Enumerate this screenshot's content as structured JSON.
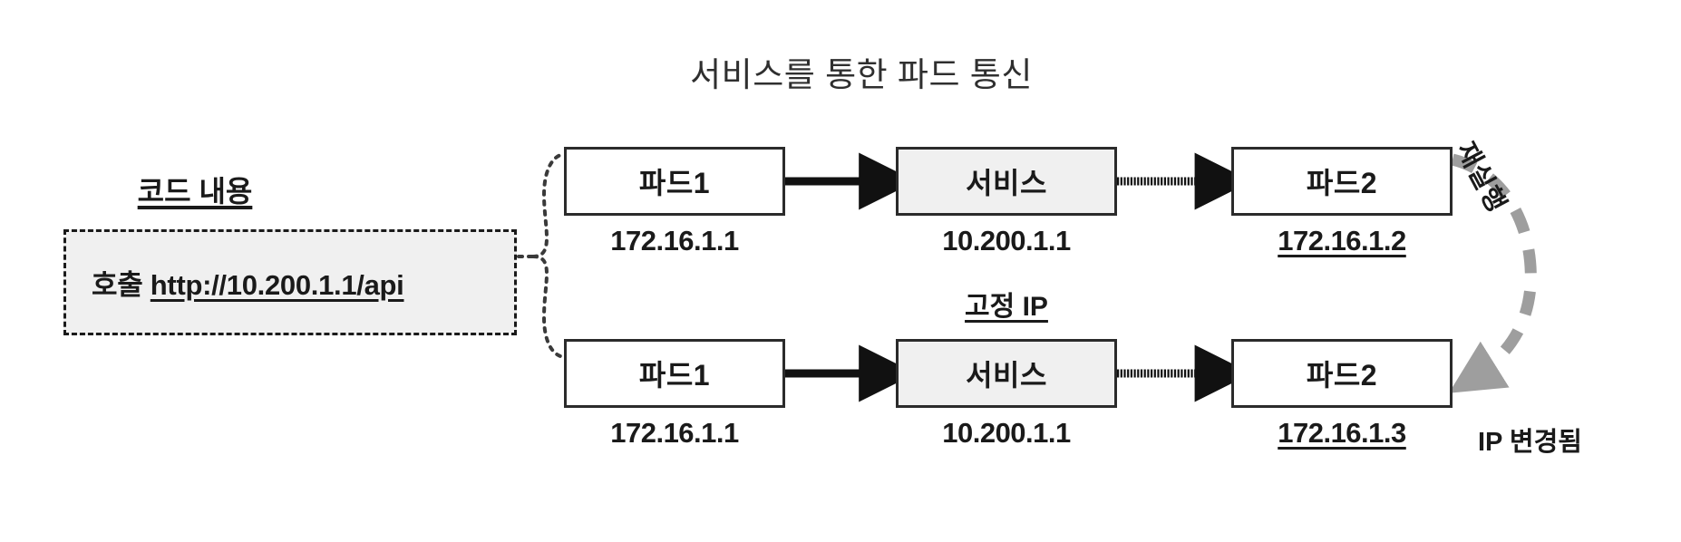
{
  "diagram": {
    "title": "서비스를 통한 파드 통신",
    "background_color": "#ffffff",
    "box_border_color": "#2b2b2b",
    "service_fill_color": "#f0f0f0",
    "recreate_arrow_color": "#9e9e9e"
  },
  "code_panel": {
    "heading": "코드 내용",
    "call_label": "호출",
    "url": "http://10.200.1.1/api"
  },
  "rows": [
    {
      "id": "row-top",
      "pod_source": {
        "label": "파드1",
        "ip": "172.16.1.1",
        "ip_underlined": false
      },
      "service": {
        "label": "서비스",
        "ip": "10.200.1.1",
        "ip_underlined": false
      },
      "pod_target": {
        "label": "파드2",
        "ip": "172.16.1.2",
        "ip_underlined": true,
        "note": ""
      }
    },
    {
      "id": "row-bottom",
      "pod_source": {
        "label": "파드1",
        "ip": "172.16.1.1",
        "ip_underlined": false
      },
      "service": {
        "label": "서비스",
        "ip": "10.200.1.1",
        "ip_underlined": false
      },
      "pod_target": {
        "label": "파드2",
        "ip": "172.16.1.3",
        "ip_underlined": true,
        "note": "IP 변경됨"
      }
    }
  ],
  "annotations": {
    "fixed_ip": "고정 IP",
    "restart": "재실행"
  }
}
